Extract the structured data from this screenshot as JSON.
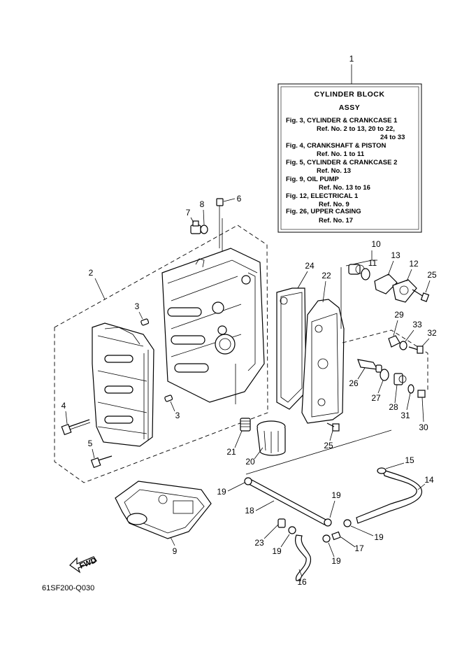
{
  "info_box": {
    "title_line1": "CYLINDER BLOCK",
    "title_line2": "ASSY",
    "lines": [
      "Fig. 3, CYLINDER & CRANKCASE 1",
      "Ref. No. 2 to 13, 20 to 22,",
      "24 to 33",
      "Fig. 4, CRANKSHAFT & PISTON",
      "Ref. No. 1 to 11",
      "Fig. 5, CYLINDER & CRANKCASE 2",
      "Ref. No. 13",
      "Fig. 9, OIL PUMP",
      "Ref. No. 13 to 16",
      "Fig. 12, ELECTRICAL 1",
      "Ref. No. 9",
      "Fig. 26, UPPER CASING",
      "Ref. No. 17"
    ]
  },
  "callouts": {
    "c1": "1",
    "c2": "2",
    "c3a": "3",
    "c3b": "3",
    "c4": "4",
    "c5": "5",
    "c6": "6",
    "c7": "7",
    "c8": "8",
    "c9": "9",
    "c10": "10",
    "c11": "11",
    "c12": "12",
    "c13": "13",
    "c14": "14",
    "c15": "15",
    "c16": "16",
    "c17": "17",
    "c18": "18",
    "c19a": "19",
    "c19b": "19",
    "c19c": "19",
    "c19d": "19",
    "c19e": "19",
    "c20": "20",
    "c21": "21",
    "c22": "22",
    "c23": "23",
    "c24": "24",
    "c25a": "25",
    "c25b": "25",
    "c26": "26",
    "c27": "27",
    "c28": "28",
    "c29": "29",
    "c30": "30",
    "c31": "31",
    "c32": "32",
    "c33": "33"
  },
  "fwd_label": "FWD",
  "diagram_code": "61SF200-Q030"
}
